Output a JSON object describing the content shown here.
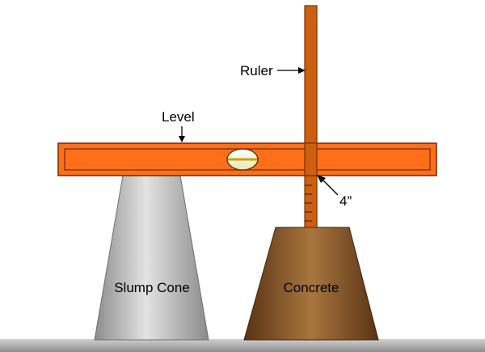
{
  "labels": {
    "ruler": "Ruler",
    "level": "Level",
    "measurement": "4”",
    "slump_cone": "Slump Cone",
    "concrete": "Concrete"
  }
}
